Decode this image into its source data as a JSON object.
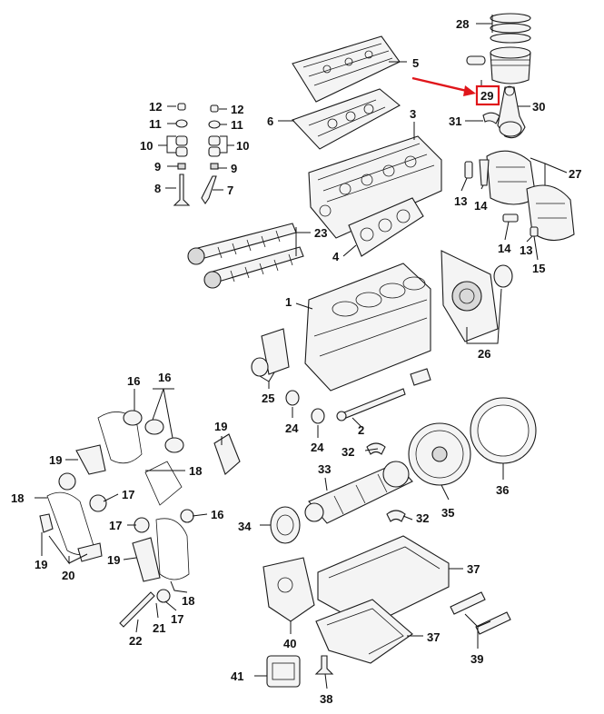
{
  "diagram": {
    "highlight_color": "#e0161b",
    "highlighted_part": "29",
    "labels": {
      "p28": "28",
      "p5": "5",
      "p29": "29",
      "p30": "30",
      "p31": "31",
      "p12a": "12",
      "p12b": "12",
      "p11a": "11",
      "p11b": "11",
      "p10a": "10",
      "p10b": "10",
      "p9a": "9",
      "p9b": "9",
      "p8": "8",
      "p7": "7",
      "p6": "6",
      "p3": "3",
      "p27": "27",
      "p13a": "13",
      "p14a": "14",
      "p14b": "14",
      "p13b": "13",
      "p15": "15",
      "p23": "23",
      "p4": "4",
      "p1": "1",
      "p26": "26",
      "p25": "25",
      "p16a": "16",
      "p16b": "16",
      "p19a": "19",
      "p19b": "19",
      "p18a": "18",
      "p18b": "18",
      "p17a": "17",
      "p17b": "17",
      "p20": "20",
      "p19c": "19",
      "p16c": "16",
      "p19d": "19",
      "p18c": "18",
      "p17c": "17",
      "p21": "21",
      "p22": "22",
      "p24a": "24",
      "p24b": "24",
      "p2": "2",
      "p32a": "32",
      "p33": "33",
      "p32b": "32",
      "p34": "34",
      "p35": "35",
      "p36": "36",
      "p37a": "37",
      "p37b": "37",
      "p40": "40",
      "p39": "39",
      "p41": "41",
      "p38": "38"
    }
  }
}
